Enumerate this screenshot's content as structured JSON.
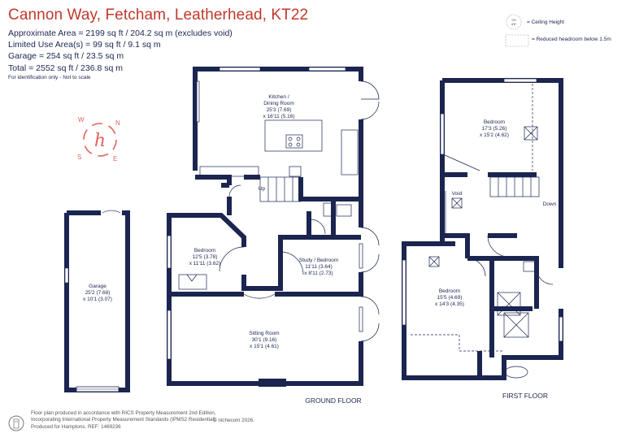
{
  "title": "Cannon Way, Fetcham, Leatherhead, KT22",
  "areas": {
    "approx": "Approximate Area = 2199 sq ft / 204.2 sq m (excludes void)",
    "limited": "Limited Use Area(s) = 99 sq ft / 9.1 sq m",
    "garage": "Garage = 254 sq ft / 23.5 sq m",
    "total": "Total = 2552 sq ft / 236.8 sq m"
  },
  "note": "For identification only - Not to scale",
  "legend": {
    "ceiling_symbol": "CH\n#'6\"",
    "ceiling_label": "= Ceiling Height",
    "reduced_label": "= Reduced headroom below 1.5m"
  },
  "compass": {
    "n": "N",
    "e": "E",
    "s": "S",
    "w": "W",
    "logo": "h",
    "color": "#e0645e"
  },
  "rooms": {
    "kitchen": {
      "name1": "Kitchen /",
      "name2": "Dining Room",
      "dim1": "25'3 (7.69)",
      "dim2": "x 16'11 (5.16)"
    },
    "bedroom_gf": {
      "name": "Bedroom",
      "dim1": "12'5 (3.78)",
      "dim2": "x 11'11 (3.62)"
    },
    "study": {
      "name": "Study / Bedroom",
      "dim1": "11'11 (3.64)",
      "dim2": "x 8'11 (2.73)"
    },
    "sitting": {
      "name": "Sitting Room",
      "dim1": "30'1 (9.16)",
      "dim2": "x 15'1 (4.61)"
    },
    "garage": {
      "name": "Garage",
      "dim1": "25'2 (7.68)",
      "dim2": "x 10'1 (3.07)"
    },
    "bedroom_ff1": {
      "name": "Bedroom",
      "dim1": "17'3 (5.26)",
      "dim2": "x 15'2 (4.62)"
    },
    "bedroom_ff2": {
      "name": "Bedroom",
      "dim1": "15'5 (4.69)",
      "dim2": "x 14'3 (4.35)"
    },
    "void": "Void",
    "up": "Up",
    "down": "Down"
  },
  "floors": {
    "ground": "GROUND FLOOR",
    "first": "FIRST FLOOR"
  },
  "footer": {
    "line1": "Floor plan produced in accordance with RICS Property Measurement 2nd Edition,",
    "line2": "Incorporating International Property Measurement Standards (IPMS2 Residential).",
    "line3": "Produced for Hamptons.   REF:  1469236",
    "brand": "© nichecom 2026."
  },
  "colors": {
    "wall": "#1b2550",
    "title": "#c0392b",
    "accent": "#e0645e"
  }
}
